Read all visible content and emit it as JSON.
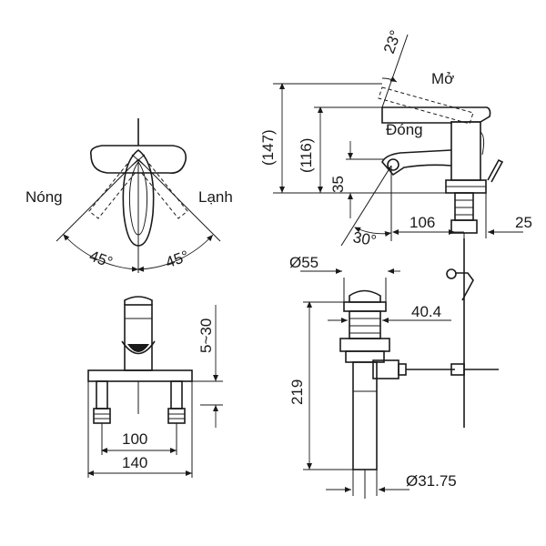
{
  "top_view": {
    "label_hot": "Nóng",
    "label_cold": "Lạnh",
    "angle_left": "45°",
    "angle_right": "45°"
  },
  "front_view": {
    "dim_spacing": "100",
    "dim_width": "140",
    "dim_deck": "5~30"
  },
  "side_view": {
    "angle_top": "23°",
    "label_open": "Mở",
    "label_close": "Đóng",
    "dim_147": "(147)",
    "dim_116": "(116)",
    "dim_35": "35",
    "angle_bottom": "30°",
    "dim_106": "106",
    "dim_25": "25"
  },
  "drain_view": {
    "dim_dia55": "Ø55",
    "dim_404": "40.4",
    "dim_219": "219",
    "dim_dia3175": "Ø31.75"
  }
}
